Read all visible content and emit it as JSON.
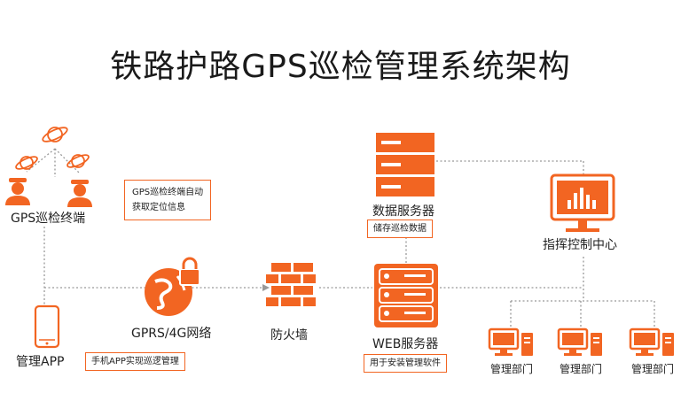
{
  "title": "铁路护路GPS巡检管理系统架构",
  "nodes": {
    "gps_terminal": {
      "label": "GPS巡检终端"
    },
    "gps_note": {
      "line1": "GPS巡检终端自动",
      "line2": "获取定位信息"
    },
    "mobile_app": {
      "label": "管理APP",
      "tag": "手机APP实现巡逻管理"
    },
    "network": {
      "label": "GPRS/4G网络"
    },
    "firewall": {
      "label": "防火墙"
    },
    "data_server": {
      "label": "数据服务器",
      "tag": "储存巡检数据"
    },
    "web_server": {
      "label": "WEB服务器",
      "tag": "用于安装管理软件"
    },
    "control_center": {
      "label": "指挥控制中心"
    },
    "departments": [
      {
        "label": "管理部门"
      },
      {
        "label": "管理部门"
      },
      {
        "label": "管理部门"
      }
    ]
  },
  "colors": {
    "accent": "#f26522",
    "line": "#999999"
  }
}
